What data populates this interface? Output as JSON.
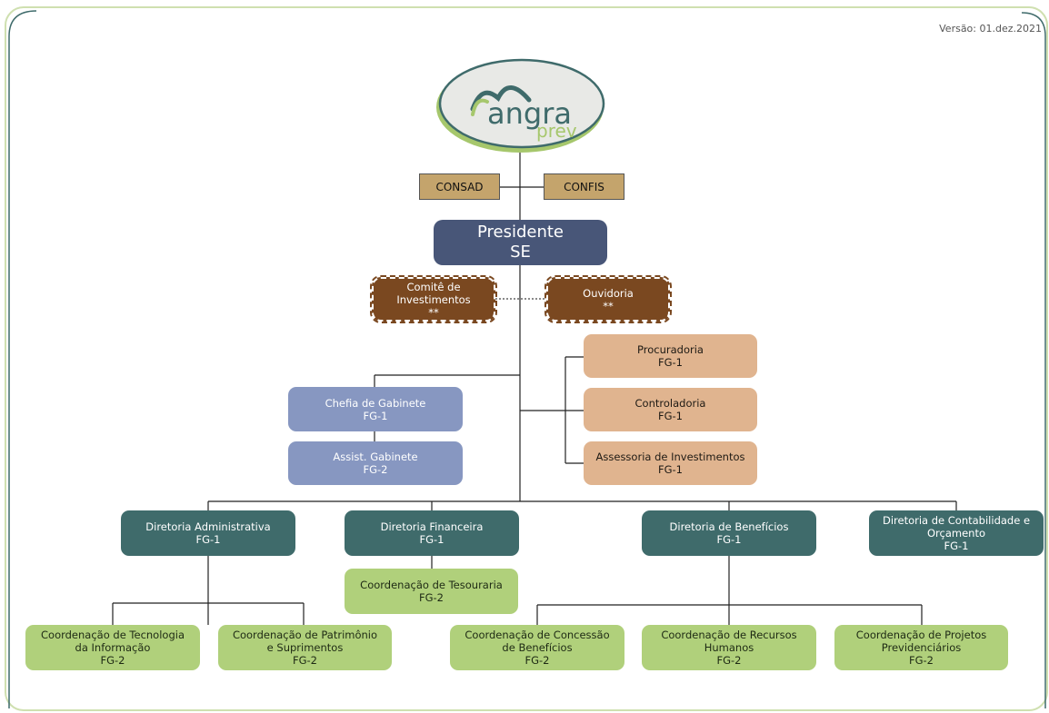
{
  "version": "Versão: 01.dez.2021",
  "logo": {
    "main": "angra",
    "sub": "prev",
    "colors": {
      "green": "#a6c76c",
      "teal": "#3f6b6b",
      "ellipse": "#e8e9e6"
    }
  },
  "boards": {
    "consad": "CONSAD",
    "confis": "CONFIS"
  },
  "president": {
    "line1": "Presidente",
    "line2": "SE"
  },
  "committee": {
    "line1": "Comitê de",
    "line2": "Investimentos",
    "mark": "**"
  },
  "ombudsman": {
    "label": "Ouvidoria",
    "mark": "**"
  },
  "cabinet": {
    "chief": {
      "name": "Chefia de Gabinete",
      "grade": "FG-1"
    },
    "assist": {
      "name": "Assist. Gabinete",
      "grade": "FG-2"
    }
  },
  "advisory": [
    {
      "name": "Procuradoria",
      "grade": "FG-1"
    },
    {
      "name": "Controladoria",
      "grade": "FG-1"
    },
    {
      "name": "Assessoria de Investimentos",
      "grade": "FG-1"
    }
  ],
  "directorates": {
    "admin": {
      "name": "Diretoria Administrativa",
      "grade": "FG-1"
    },
    "finance": {
      "name": "Diretoria Financeira",
      "grade": "FG-1"
    },
    "benefits": {
      "name": "Diretoria de Benefícios",
      "grade": "FG-1"
    },
    "accounting": {
      "line1": "Diretoria de Contabilidade e",
      "line2": "Orçamento",
      "grade": "FG-1"
    }
  },
  "coordinations": {
    "it": {
      "line1": "Coordenação de Tecnologia",
      "line2": "da Informação",
      "grade": "FG-2"
    },
    "assets": {
      "line1": "Coordenação de Patrimônio",
      "line2": "e Suprimentos",
      "grade": "FG-2"
    },
    "treasury": {
      "line1": "Coordenação de Tesouraria",
      "grade": "FG-2"
    },
    "concession": {
      "line1": "Coordenação de Concessão",
      "line2": "de Benefícios",
      "grade": "FG-2"
    },
    "hr": {
      "line1": "Coordenação de Recursos",
      "line2": "Humanos",
      "grade": "FG-2"
    },
    "projects": {
      "line1": "Coordenação de Projetos",
      "line2": "Previdenciários",
      "grade": "FG-2"
    }
  }
}
